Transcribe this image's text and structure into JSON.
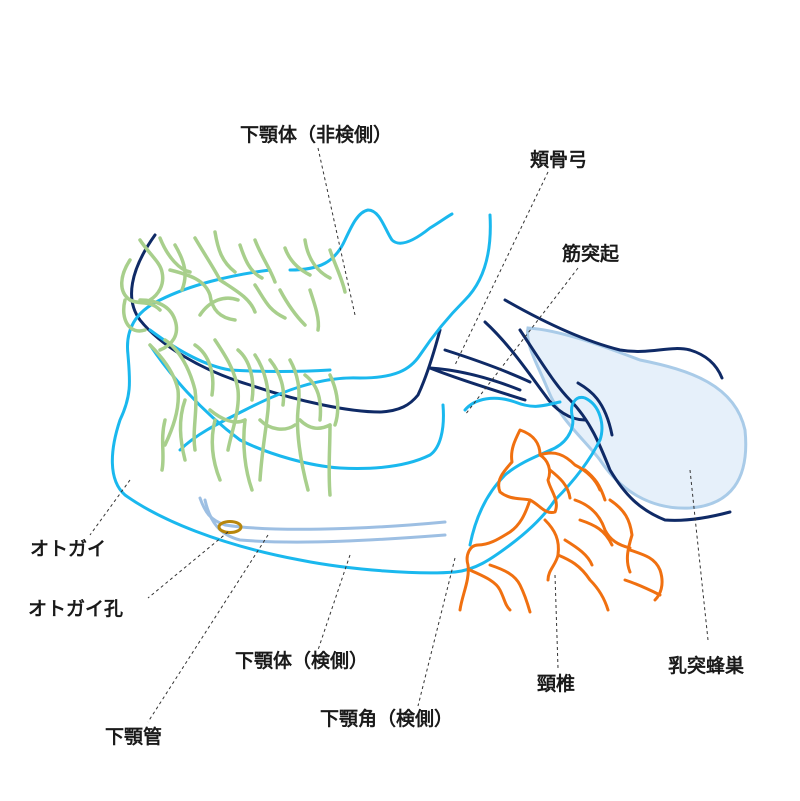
{
  "labels": {
    "mandible_body_nonaffected": "下顎体（非検側）",
    "zygomatic_arch": "頬骨弓",
    "coronoid_process": "筋突起",
    "chin": "オトガイ",
    "mental_foramen": "オトガイ孔",
    "mandible_body_affected": "下顎体（検側）",
    "mandibular_canal": "下顎管",
    "mandible_angle_affected": "下顎角（検側）",
    "cervical_spine": "頸椎",
    "mastoid_cells": "乳突蜂巣"
  },
  "colors": {
    "mandible": "#1ab8ee",
    "zygomatic": "#0f2a66",
    "teeth": "#a8cf8c",
    "vertebrae": "#f07010",
    "mastoid_fill": "#e6f0fa",
    "mastoid_stroke": "#a9cbe8",
    "mental_foramen": "#b8860b",
    "canal": "#9dbfe3"
  }
}
